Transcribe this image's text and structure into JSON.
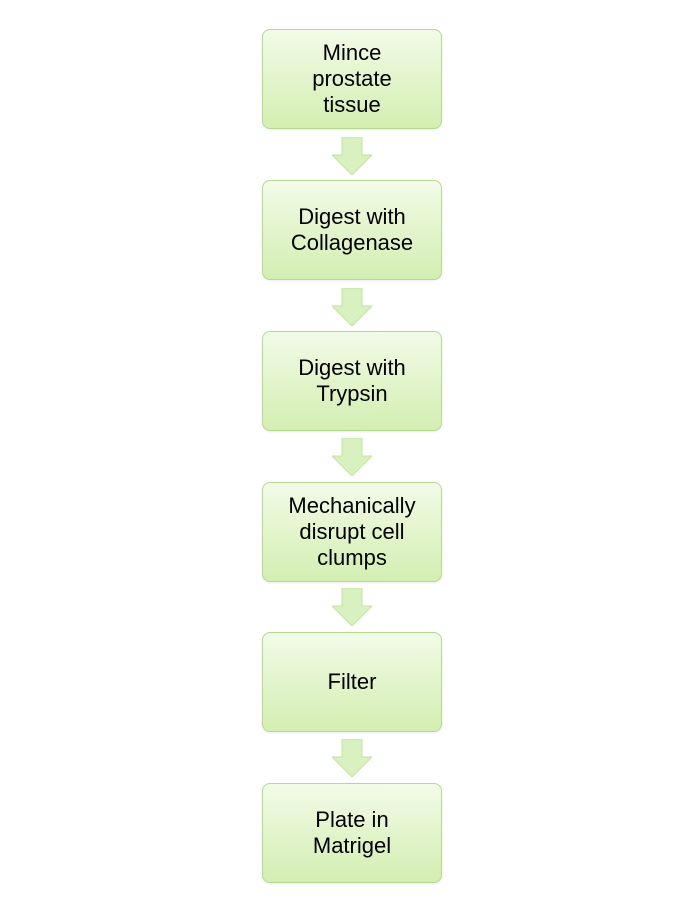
{
  "steps": [
    {
      "label": "Mince\nprostate\ntissue"
    },
    {
      "label": "Digest with\nCollagenase"
    },
    {
      "label": "Digest with\nTrypsin"
    },
    {
      "label": "Mechanically\ndisrupt cell\nclumps"
    },
    {
      "label": "Filter"
    },
    {
      "label": "Plate in\nMatrigel"
    }
  ],
  "colors": {
    "box_fill_top": "#f2fbe8",
    "box_fill_bottom": "#d3eeb2",
    "box_border": "#b5d98f",
    "arrow_fill": "#d9f0c0",
    "arrow_stroke": "#c3e3a2",
    "text": "#000000"
  },
  "icons": {
    "arrow": "down-arrow-icon"
  }
}
